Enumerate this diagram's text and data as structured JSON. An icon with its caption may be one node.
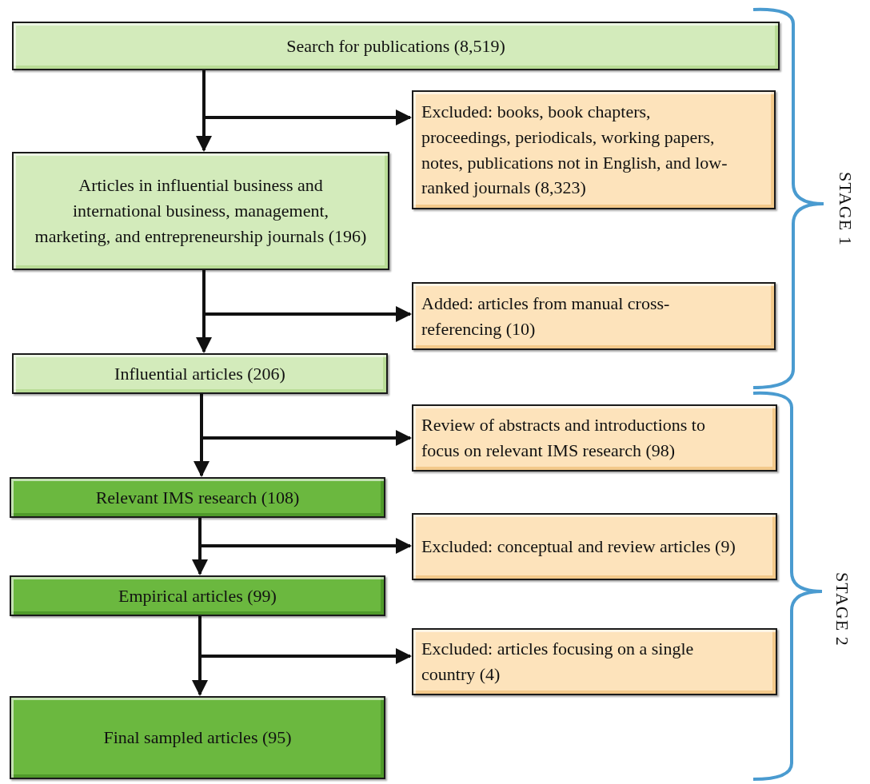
{
  "diagram": {
    "nodes": [
      {
        "text": [
          "Search for publications (8,519)"
        ]
      },
      {
        "text": [
          "Excluded: books, book chapters, proceedings, periodicals, working papers, notes, publications not in English, and low-ranked journals (8,323)"
        ]
      },
      {
        "text": [
          "Articles in influential business and international business, management, marketing, and entrepreneurship journals (196)"
        ]
      },
      {
        "text": [
          "Added: articles from manual cross-referencing (10)"
        ]
      },
      {
        "text": [
          "Influential articles (206)"
        ]
      },
      {
        "text": [
          "Review of abstracts and introductions to focus on relevant IMS research (98)"
        ]
      },
      {
        "text": [
          "Relevant IMS research (108)"
        ]
      },
      {
        "text": [
          "Excluded: conceptual and review articles (9)"
        ]
      },
      {
        "text": [
          "Empirical articles (99)"
        ]
      },
      {
        "text": [
          "Excluded: articles focusing on a single country (4)"
        ]
      },
      {
        "text": [
          "Final sampled articles (95)"
        ]
      }
    ],
    "edges": [
      {
        "from": 0,
        "to": 1,
        "arrow": "to"
      },
      {
        "from": 0,
        "to": 2,
        "arrow": "to"
      },
      {
        "from": 2,
        "to": 3,
        "arrow": "to"
      },
      {
        "from": 2,
        "to": 4,
        "arrow": "to"
      },
      {
        "from": 4,
        "to": 5,
        "arrow": "to"
      },
      {
        "from": 4,
        "to": 6,
        "arrow": "to"
      },
      {
        "from": 6,
        "to": 7,
        "arrow": "to"
      },
      {
        "from": 6,
        "to": 8,
        "arrow": "to"
      },
      {
        "from": 8,
        "to": 9,
        "arrow": "to"
      },
      {
        "from": 8,
        "to": 10,
        "arrow": "to"
      }
    ],
    "labels": [
      "STAGE 1",
      "STAGE 2"
    ]
  }
}
